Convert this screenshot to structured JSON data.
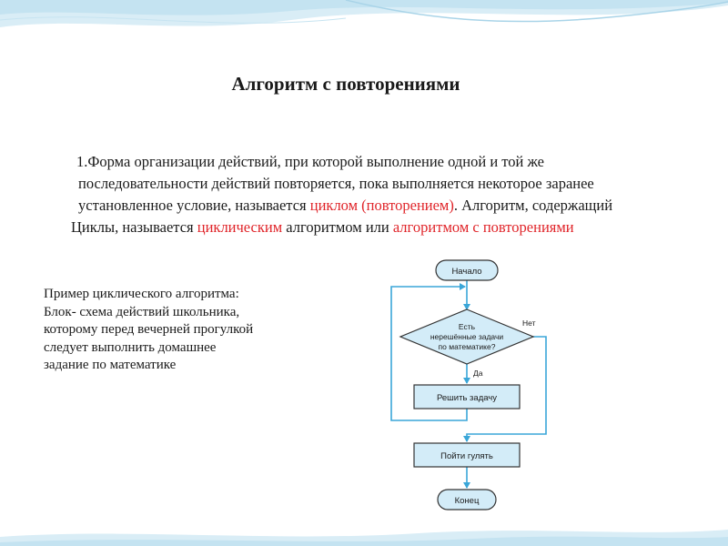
{
  "slide": {
    "title": "Алгоритм с повторениями",
    "definition": {
      "line1": "1.Форма  организации действий, при которой  выполнение одной и той же",
      "line2": "последовательности действий повторяется, пока выполняется некоторое заранее",
      "line3_a": "установленное условие, называется ",
      "line3_red": "циклом (повторением)",
      "line3_b": ". Алгоритм, содержащий",
      "line4_a": "Циклы, называется ",
      "line4_red1": "циклическим",
      "line4_b": " алгоритмом или ",
      "line4_red2": "алгоритмом  с повторениями"
    },
    "example": [
      "Пример циклического алгоритма:",
      "Блок- схема действий школьника,",
      "которому перед вечерней прогулкой",
      "следует выполнить домашнее",
      "задание по математике"
    ]
  },
  "flowchart": {
    "start": "Начало",
    "condition": [
      "Есть",
      "нерешённые задачи",
      "по математике?"
    ],
    "no_label": "Нет",
    "yes_label": "Да",
    "action": "Решить задачу",
    "after": "Пойти гулять",
    "end": "Конец"
  },
  "colors": {
    "accent_red": "#e0252a",
    "flow_line": "#3aa6d8",
    "block_fill": "#d3ecf8",
    "block_stroke": "#333333",
    "wave": "#b9dcec"
  }
}
